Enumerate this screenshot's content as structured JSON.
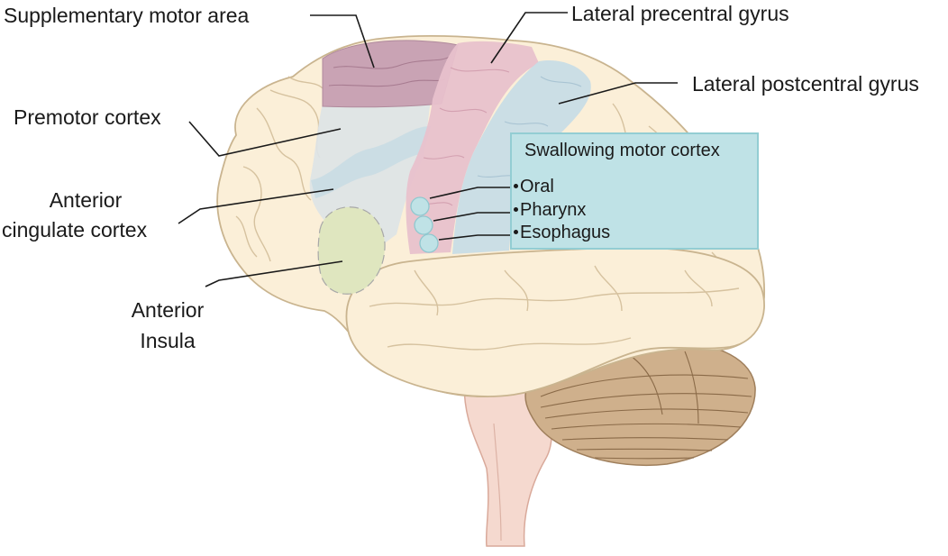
{
  "labels": {
    "supplementary_motor_area": "Supplementary motor area",
    "lateral_precentral_gyrus": "Lateral precentral gyrus",
    "lateral_postcentral_gyrus": "Lateral postcentral gyrus",
    "premotor_cortex": "Premotor cortex",
    "anterior_cingulate_line1": "Anterior",
    "anterior_cingulate_line2": "cingulate cortex",
    "anterior_insula_line1": "Anterior",
    "anterior_insula_line2": "Insula"
  },
  "legend_box": {
    "title": "Swallowing motor cortex",
    "items": [
      "Oral",
      "Pharynx",
      "Esophagus"
    ]
  },
  "colors": {
    "brain_fill": "#fbefd8",
    "brain_outline": "#c9b48f",
    "cerebellum": "#cfb08c",
    "brainstem": "#f5d9cf",
    "sma": "#c9a3b4",
    "precentral": "#e8c1cc",
    "postcentral": "#c8dce6",
    "premotor": "#dde4e6",
    "insula": "#dfe6bf",
    "box_fill": "#bfe2e6"
  }
}
